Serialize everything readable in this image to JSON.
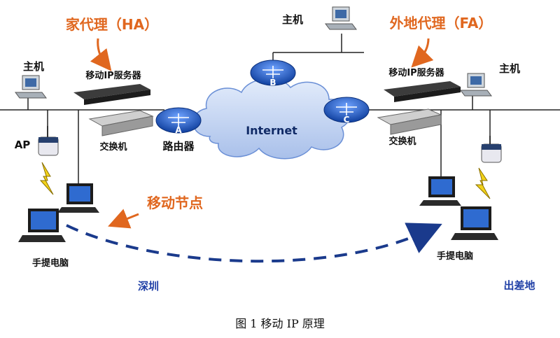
{
  "labels": {
    "home_agent": "家代理（HA）",
    "foreign_agent": "外地代理（FA）",
    "host_left": "主机",
    "host_top": "主机",
    "host_right": "主机",
    "mip_server_left": "移动IP服务器",
    "mip_server_right": "移动IP服务器",
    "switch_left": "交换机",
    "switch_right": "交换机",
    "router": "路由器",
    "router_a": "A",
    "router_b": "B",
    "router_c": "C",
    "internet": "Internet",
    "ap": "AP",
    "mobile_node": "移动节点",
    "laptop_left": "手提电脑",
    "laptop_right": "手提电脑",
    "place_left": "深圳",
    "place_right": "出差地"
  },
  "caption": "图 1  移动 IP 原理",
  "colors": {
    "orange_label": "#e0671f",
    "blue_place": "#1f3fa6",
    "router_blue": "#1e57b8",
    "cloud_blue": "#bcd0f0",
    "dash_blue": "#1a3a8c"
  }
}
